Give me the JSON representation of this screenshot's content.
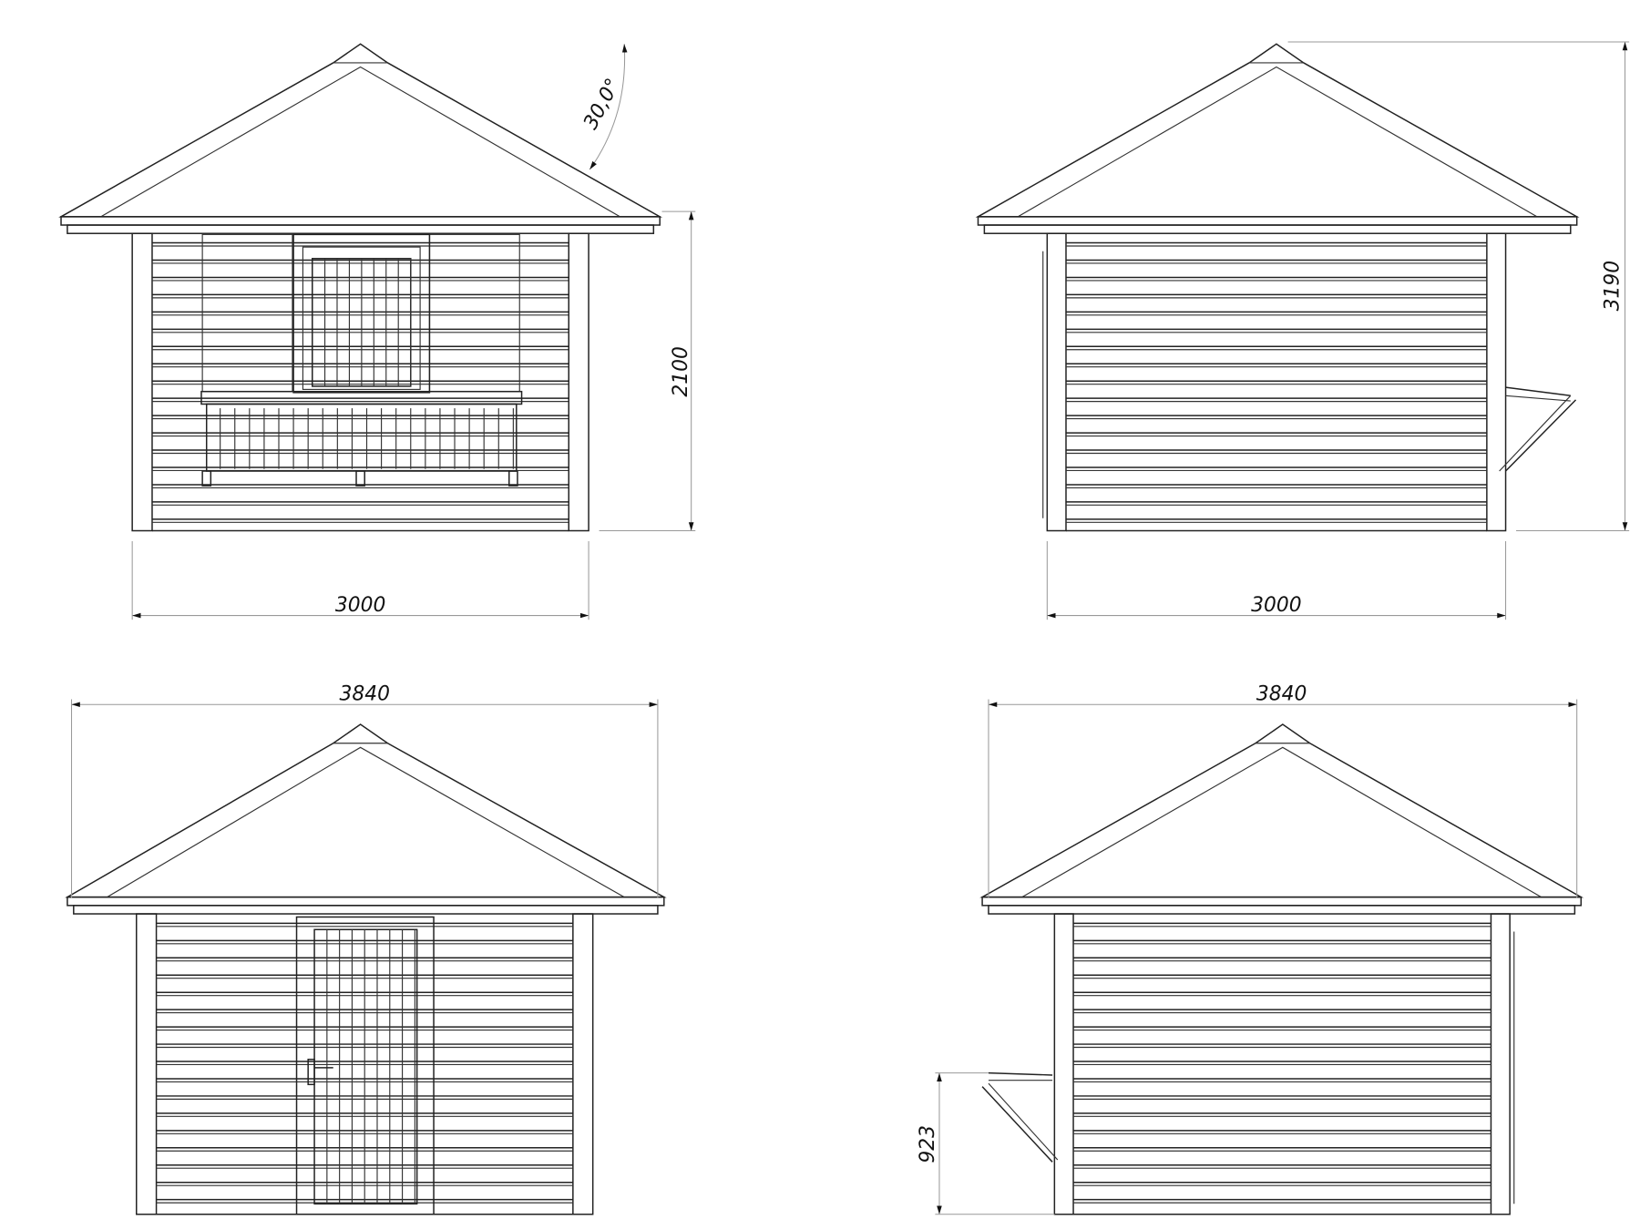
{
  "views": [
    {
      "name": "front-elevation-with-counter",
      "dims": {
        "width": "3000",
        "height": "2100",
        "angle": "30,0°"
      }
    },
    {
      "name": "side-elevation-right-shutter",
      "dims": {
        "width": "3000",
        "total_height": "3190"
      }
    },
    {
      "name": "rear-elevation-with-door",
      "dims": {
        "roof_width": "3840"
      }
    },
    {
      "name": "side-elevation-left-shutter",
      "dims": {
        "roof_width": "3840",
        "shutter_height": "923"
      }
    }
  ],
  "colors": {
    "line": "#222222",
    "dimension": "#999999",
    "background": "#ffffff"
  }
}
